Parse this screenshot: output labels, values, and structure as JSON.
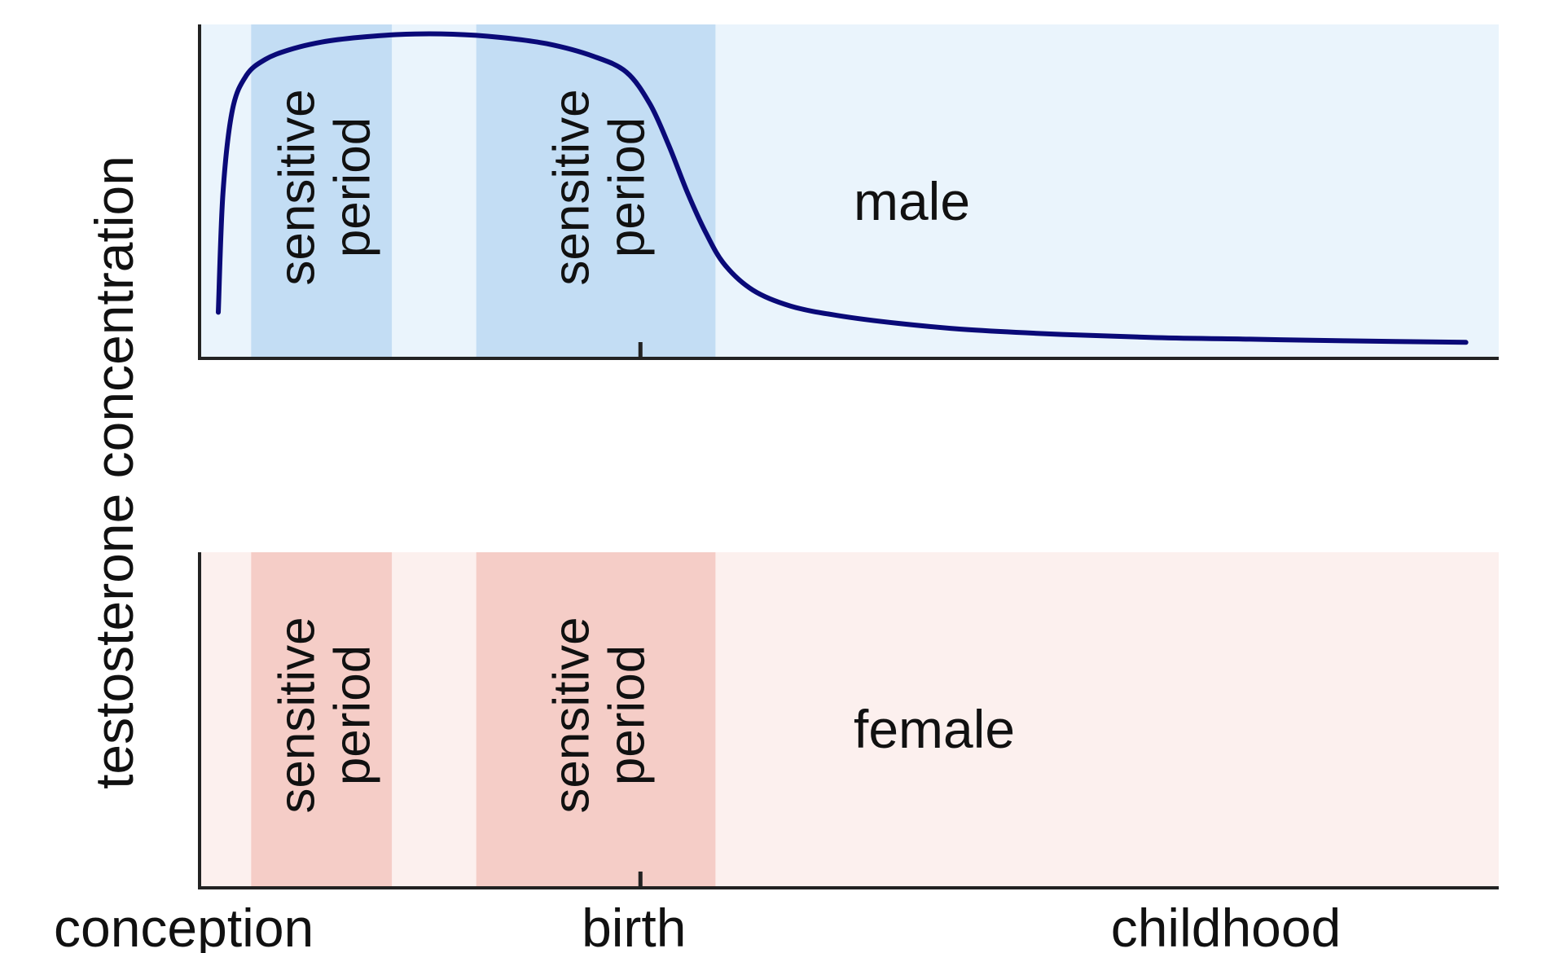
{
  "chart_data": {
    "type": "line",
    "ylabel": "testosterone concentration",
    "xlabel": "",
    "x_ticks": [
      {
        "label": "conception",
        "x": 0
      },
      {
        "label": "birth",
        "x": 9
      },
      {
        "label": "childhood",
        "x": 22
      }
    ],
    "xlim": [
      -0.4,
      27.3
    ],
    "ylim": [
      0,
      1
    ],
    "sensitive_periods": [
      {
        "label_line1": "sensitive",
        "label_line2": "period",
        "start": 0.7,
        "end": 3.7
      },
      {
        "label_line1": "sensitive",
        "label_line2": "period",
        "start": 5.5,
        "end": 10.6
      }
    ],
    "panels": [
      {
        "name": "male",
        "label": "male",
        "background_color": "#eaf4fc",
        "period_color": "#c3ddf4",
        "line_color": "#0a0a78",
        "series": [
          {
            "x": [
              0,
              0.1,
              0.3,
              0.6,
              1.0,
              1.5,
              2.2,
              3.0,
              4.0,
              5.0,
              6.0,
              7.0,
              8.0,
              8.7,
              9.2,
              9.6,
              10.0,
              10.4,
              10.8,
              11.4,
              12.2,
              13.2,
              14.5,
              16.0,
              18.0,
              20.0,
              22.0,
              24.0,
              26.6
            ],
            "y": [
              0.12,
              0.5,
              0.76,
              0.87,
              0.92,
              0.95,
              0.975,
              0.99,
              1.0,
              1.0,
              0.99,
              0.97,
              0.93,
              0.88,
              0.78,
              0.65,
              0.5,
              0.37,
              0.27,
              0.19,
              0.14,
              0.11,
              0.085,
              0.065,
              0.05,
              0.04,
              0.035,
              0.03,
              0.025
            ]
          }
        ]
      },
      {
        "name": "female",
        "label": "female",
        "background_color": "#fcf0ee",
        "period_color": "#f5cdc7",
        "line_color": "",
        "series": []
      }
    ],
    "grid": false,
    "legend": "none"
  }
}
